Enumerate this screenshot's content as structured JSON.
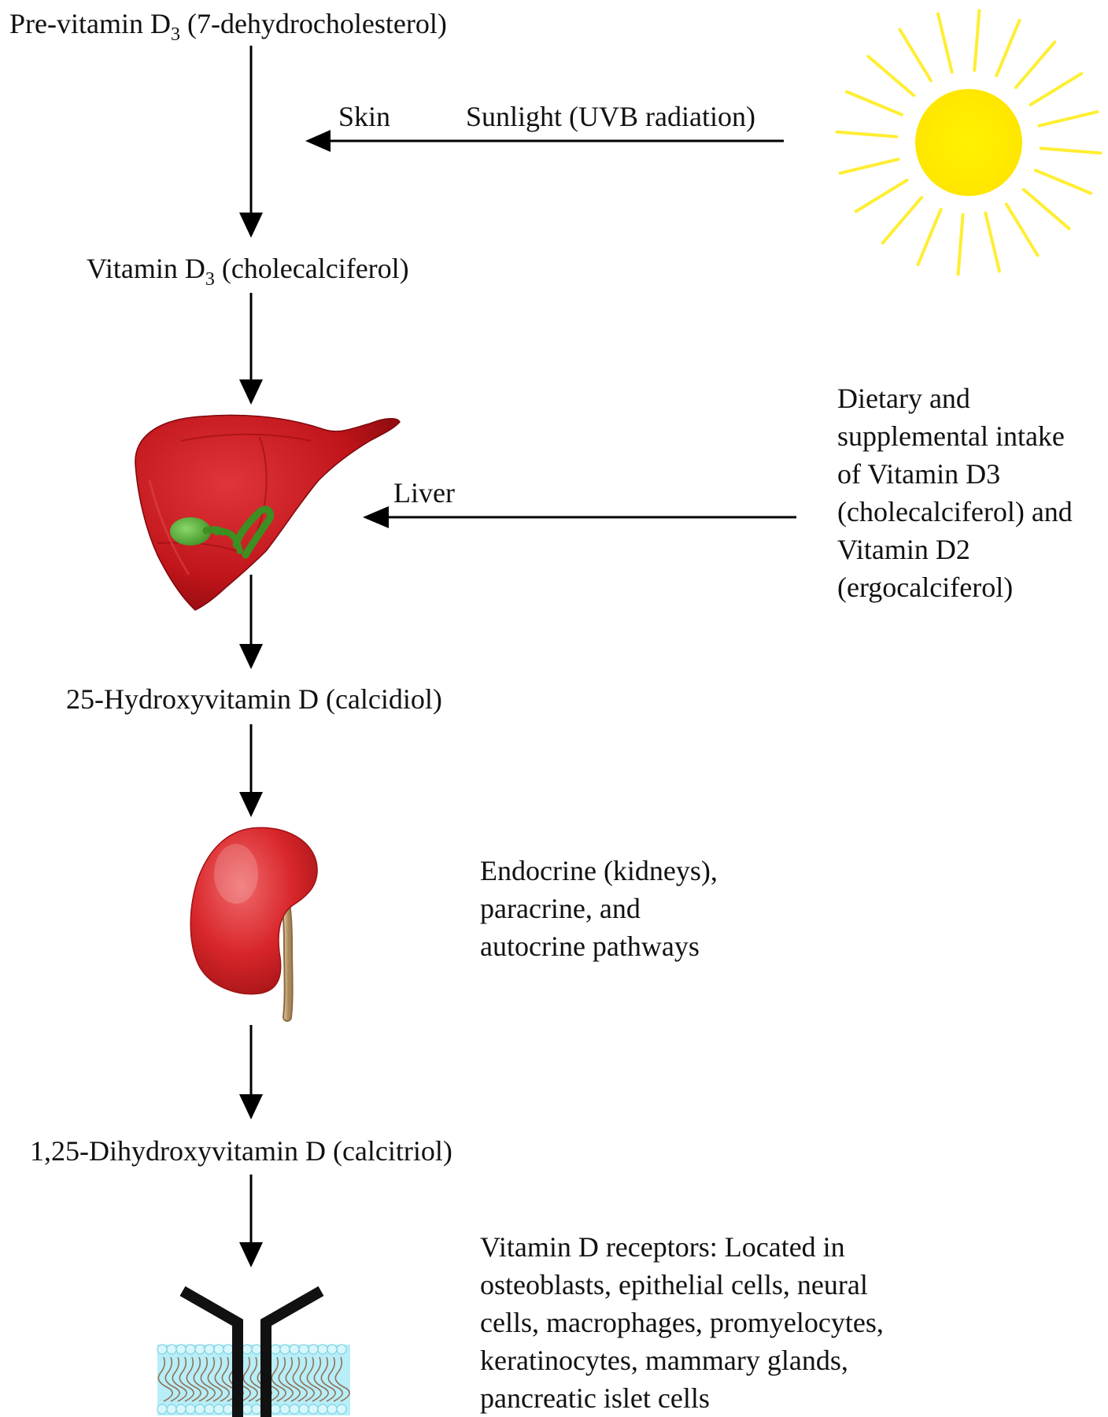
{
  "steps": {
    "pre_vitamin": {
      "text_a": "Pre-vitamin D",
      "sub": "3",
      "text_b": " (7-dehydrocholesterol)"
    },
    "vitamin_d3": {
      "text_a": "Vitamin D",
      "sub": "3",
      "text_b": " (cholecalciferol)"
    },
    "calcidiol": "25-Hydroxyvitamin D (calcidiol)",
    "calcitriol": "1,25-Dihydroxyvitamin D (calcitriol)"
  },
  "inputs": {
    "skin_label": "Skin",
    "sunlight_label": "Sunlight (UVB radiation)",
    "liver_label": "Liver",
    "dietary_lines": [
      "Dietary and",
      "supplemental intake",
      "of Vitamin D3",
      "(cholecalciferol) and",
      "Vitamin D2",
      "(ergocalciferol)"
    ]
  },
  "pathways": {
    "lines": [
      "Endocrine (kidneys),",
      "paracrine, and",
      "autocrine pathways"
    ]
  },
  "receptors": {
    "lines": [
      "Vitamin D receptors: Located in",
      "osteoblasts, epithelial cells, neural",
      "cells, macrophages, promyelocytes,",
      "keratinocytes, mammary glands,",
      "pancreatic islet cells"
    ]
  },
  "colors": {
    "arrow": "#000000",
    "sun_core": "#ffee00",
    "sun_rays": "#ffee33",
    "liver": "#c0151a",
    "liver_dark": "#8a0b10",
    "gallbladder": "#4caa2e",
    "kidney": "#d8262a",
    "ureter": "#c8a777",
    "receptor": "#111111",
    "membrane": "#b7eef7",
    "lipid_tail": "#8a5a3c"
  },
  "icons": [
    "sun-icon",
    "liver-icon",
    "kidney-icon",
    "receptor-icon"
  ]
}
